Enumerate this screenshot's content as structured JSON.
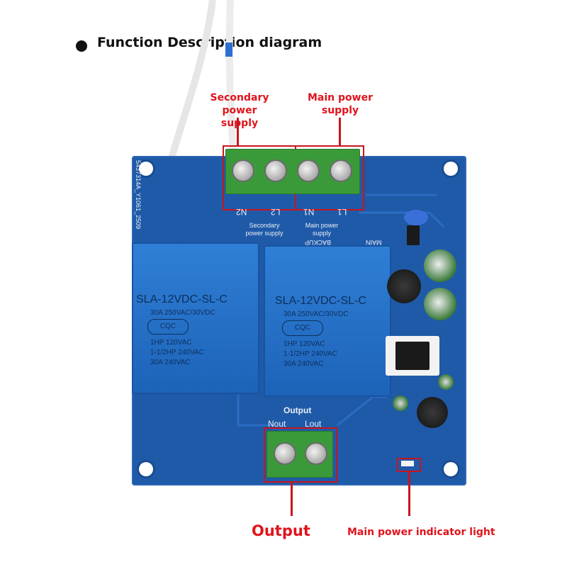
{
  "header": {
    "title": "Function Description diagram"
  },
  "callouts": {
    "secondary": "Secondary\npower supply",
    "main": "Main power\nsupply",
    "output": "Output",
    "indicator": "Main power indicator light"
  },
  "board": {
    "terminal_labels_top": [
      "N2",
      "L2",
      "N1",
      "L1"
    ],
    "silk_secondary": "Secondary\npower supply",
    "silk_main": "Main power\nsupply",
    "silk_backup": "BACKUP",
    "silk_main_mark": "MAIN",
    "silk_output": "Output",
    "output_labels": [
      "Nout",
      "Lout"
    ],
    "serial": "5437314A_Y1061_2509"
  },
  "relays": [
    {
      "model": "SLA-12VDC-SL-C",
      "rating": "30A  250VAC/30VDC",
      "cqc": "CQC",
      "lines": [
        "1HP 120VAC",
        "1-1/2HP 240VAC",
        "30A 240VAC"
      ]
    },
    {
      "model": "SLA-12VDC-SL-C",
      "rating": "30A  250VAC/30VDC",
      "cqc": "CQC",
      "lines": [
        "1HP 120VAC",
        "1-1/2HP 240VAC",
        "30A 240VAC"
      ]
    }
  ],
  "colors": {
    "pcb": "#1f5aa8",
    "relay": "#2f7fd6",
    "terminal": "#3a9a3a",
    "callout": "#e0141c"
  }
}
